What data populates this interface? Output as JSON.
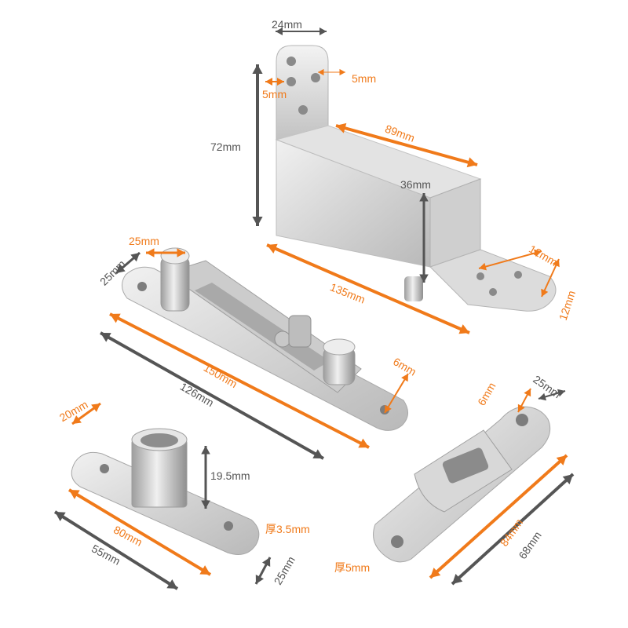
{
  "colors": {
    "background": "#ffffff",
    "metal_light": "#e9e9e9",
    "metal_mid": "#c9c9c9",
    "metal_dark": "#9a9a9a",
    "orange": "#f07a1a",
    "gray_dim": "#555555"
  },
  "dimensions": {
    "top_width": "24mm",
    "top_hole_left": "5mm",
    "top_hole_right": "5mm",
    "top_height": "72mm",
    "top_box_len": "89mm",
    "top_box_height": "36mm",
    "top_total": "135mm",
    "top_holes_a": "12mm",
    "top_holes_b": "12mm",
    "arm_pin_a": "25mm",
    "arm_pin_b": "25mm",
    "arm_long": "150mm",
    "arm_short": "126mm",
    "arm_hole": "6mm",
    "pivot_dia": "20mm",
    "pivot_height": "19.5mm",
    "pivot_len": "80mm",
    "pivot_width_a": "55mm",
    "pivot_thick": "厚3.5mm",
    "pivot_width_b": "25mm",
    "latch_hole": "6mm",
    "latch_width": "25mm",
    "latch_len": "84mm",
    "latch_inner": "68mm",
    "latch_thick": "厚5mm"
  }
}
